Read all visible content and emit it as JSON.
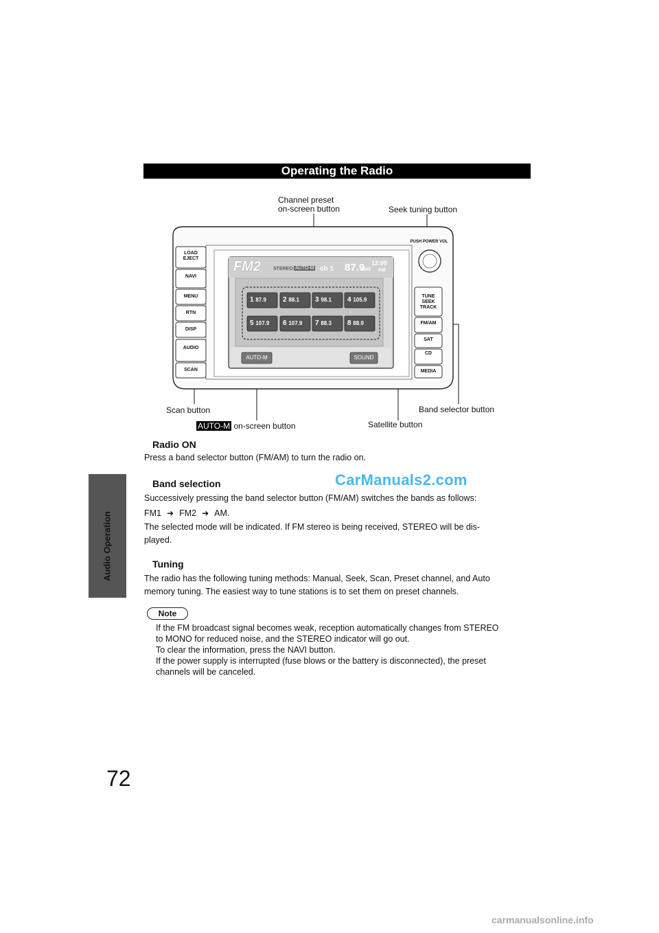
{
  "page_number": "72",
  "side_tab_label": "Audio Operation",
  "header_title": "Operating the Radio",
  "callouts": {
    "channel_preset_line1": "Channel preset",
    "channel_preset_line2": "on-screen button",
    "seek_tuning": "Seek tuning button",
    "scan": "Scan button",
    "band_selector": "Band selector button",
    "automemory_badge": "AUTO-M",
    "automemory_suffix": "on-screen button",
    "satellite": "Satellite button"
  },
  "unit": {
    "left_buttons": [
      "LOAD\nEJECT",
      "NAVI",
      "MENU",
      "RTN",
      "DISP",
      "AUDIO",
      "SCAN"
    ],
    "right_buttons": [
      "FM/AM",
      "SAT",
      "CD",
      "MEDIA"
    ],
    "tune_label": "TUNE\nSEEK\nTRACK",
    "power_label": "PUSH POWER VOL",
    "screen": {
      "band": "FM2",
      "stereo": "STEREO",
      "auto_m": "AUTO-M",
      "channel": "ch 1",
      "frequency": "87.9",
      "freq_unit": "MHz",
      "clock": "12:00",
      "ampm": "AM",
      "presets": [
        {
          "num": "1",
          "freq": "87.9"
        },
        {
          "num": "2",
          "freq": "88.1"
        },
        {
          "num": "3",
          "freq": "98.1"
        },
        {
          "num": "4",
          "freq": "105.9"
        },
        {
          "num": "5",
          "freq": "107.9"
        },
        {
          "num": "6",
          "freq": "107.9"
        },
        {
          "num": "7",
          "freq": "88.3"
        },
        {
          "num": "8",
          "freq": "88.9"
        }
      ],
      "bottom_left": "AUTO-M",
      "bottom_right": "SOUND"
    }
  },
  "sections": {
    "radio_on_title": "Radio ON",
    "radio_on_text": "Press a band selector button (FM/AM) to turn the radio on.",
    "band_title": "Band selection",
    "band_text": "Successively pressing the band selector button (FM/AM) switches the bands as follows:",
    "band_seq": [
      "FM1",
      "FM2",
      "AM."
    ],
    "band_text2": "The selected mode will be indicated. If FM stereo is being received, STEREO will be dis-",
    "band_text3": "played.",
    "tuning_title": "Tuning",
    "tuning_text1": "The radio has the following tuning methods: Manual, Seek, Scan, Preset channel, and Auto",
    "tuning_text2": "memory tuning. The easiest way to tune stations is to set them on preset channels."
  },
  "note": {
    "label": "Note",
    "lines": [
      "If the FM broadcast signal becomes weak, reception automatically changes from STEREO",
      "to MONO for reduced noise, and the STEREO indicator will go out.",
      "To clear the information, press the NAVI button.",
      "If the power supply is interrupted (fuse blows or the battery is disconnected), the preset",
      "channels will be canceled."
    ]
  },
  "watermark": "CarManuals2.com",
  "footer_watermark": "carmanualsonline.info"
}
